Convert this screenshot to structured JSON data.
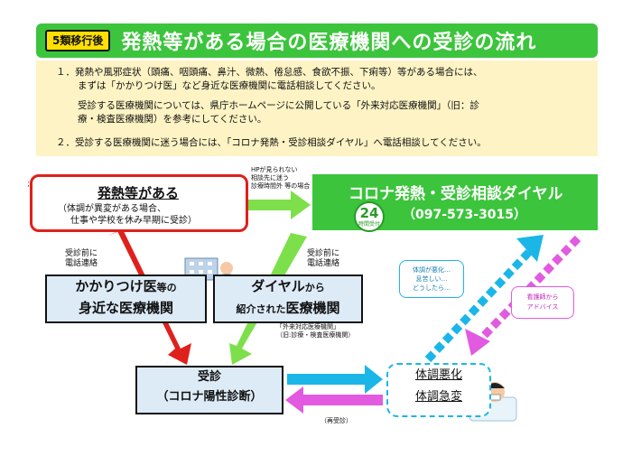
{
  "header": {
    "badge": "5類移行後",
    "title": "発熱等がある場合の医療機関への受診の流れ"
  },
  "info": {
    "line1": "１．発熱や風邪症状（頭痛、咽頭痛、鼻汁、微熱、倦怠感、食欲不振、下痢等）等がある場合には、",
    "line2": "まずは「かかりつけ医」など身近な医療機関に電話相談してください。",
    "line3": "受診する医療機関については、県庁ホームページに公開している「外来対応医療機関」（旧：診",
    "line4": "療・検査医療機関）を参考にしてください。",
    "line5": "２．受診する医療機関に迷う場合には、「コロナ発熱・受診相談ダイヤル」へ電話相談してください。"
  },
  "fever_box": {
    "title": "発熱等がある",
    "sub1": "（体調が異変がある場合、",
    "sub2": "仕事や学校を休み早期に受診）"
  },
  "dial_box": {
    "title": "コロナ発熱・受診相談ダイヤル",
    "phone": "（097-573-3015）",
    "badge_num": "24",
    "badge_text": "時間受付"
  },
  "arrow_note_top": {
    "l1": "HPが見られない",
    "l2": "相談先に迷う",
    "l3": "診療時間外 等の場合"
  },
  "left_note": {
    "l1": "受診前に",
    "l2": "電話連絡"
  },
  "right_note": {
    "l1": "受診前に",
    "l2": "電話連絡"
  },
  "kakari_box": {
    "l1a": "かかりつけ医",
    "l1b": "等の",
    "l2": "身近な医療機関"
  },
  "dialmed_box": {
    "l1a": "ダイヤル",
    "l1b": "から",
    "l2a": "紹介された",
    "l2b": "医療機関"
  },
  "gairai_note": {
    "l1": "「外来対応医療機関」",
    "l2": "（旧:診療・検査医療機関）"
  },
  "consult_box": {
    "l1": "受診",
    "l2": "（コロナ陽性診断）"
  },
  "change_box": {
    "l1": "体調悪化",
    "l2": "体調急変"
  },
  "re_consult": "（再受診）",
  "bubble_blue": {
    "l1": "体調が悪化…",
    "l2": "息苦しい…",
    "l3": "どうしたら…"
  },
  "bubble_pink": {
    "l1": "看護師から",
    "l2": "アドバイス"
  },
  "colors": {
    "green": "#3cc43c",
    "red": "#e0201b",
    "blue": "#1bb6e8",
    "pink": "#e25ae0",
    "lightgreen": "#7de04a",
    "cream": "#fdf3c4",
    "boxblue": "#ddebf7"
  }
}
